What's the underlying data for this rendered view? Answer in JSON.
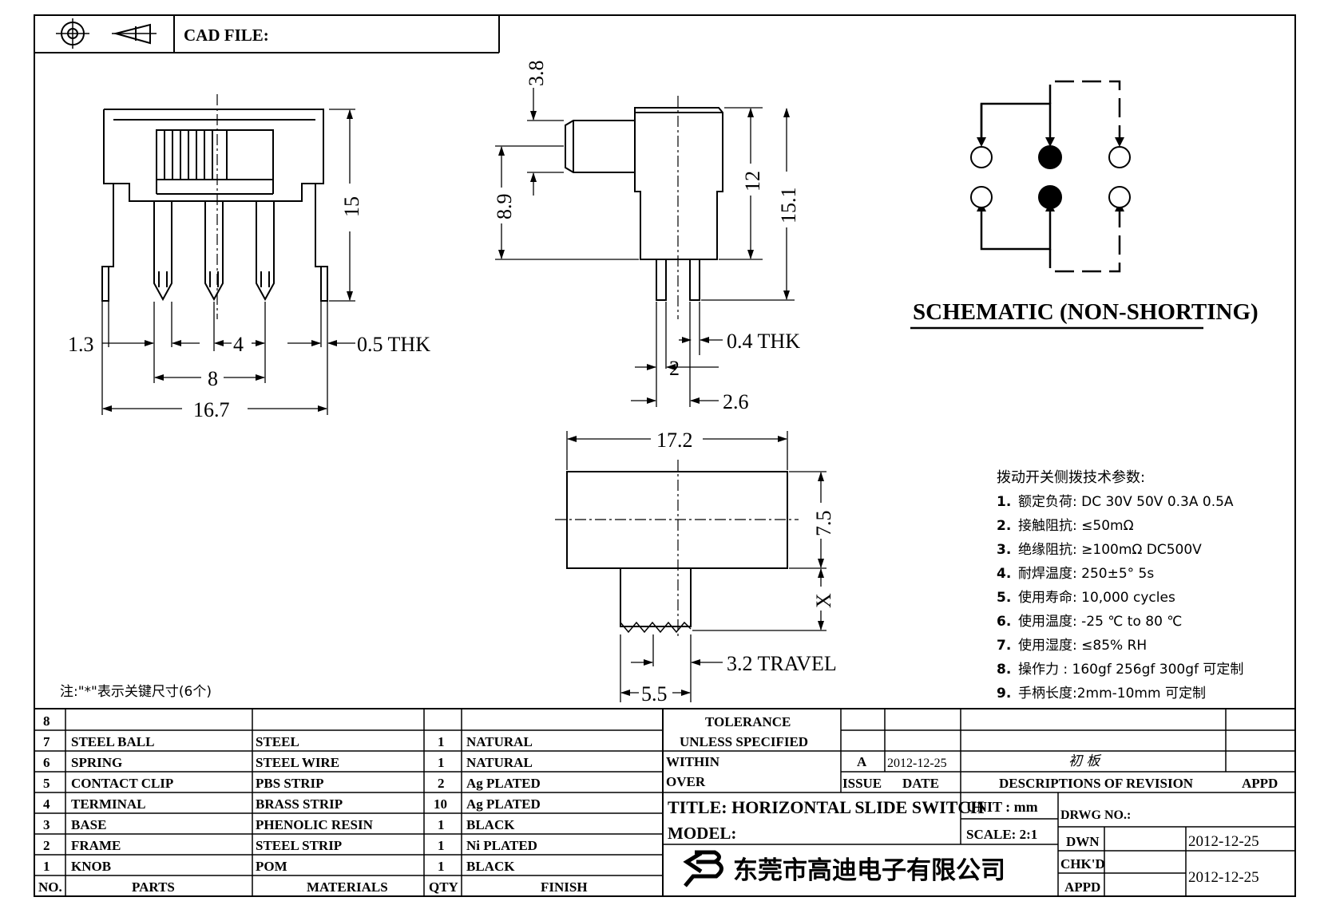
{
  "header": {
    "cad_file_label": "CAD FILE:"
  },
  "dimensions": {
    "front_1_3": "1.3",
    "front_4": "4",
    "front_0_5_thk": "0.5  THK",
    "front_8": "8",
    "front_16_7": "16.7",
    "front_15": "15",
    "side_3_8": "3.8",
    "side_8_9": "8.9",
    "side_12": "12",
    "side_15_1": "15.1",
    "side_0_4_thk": "0.4  THK",
    "side_2": "2",
    "side_2_6": "2.6",
    "top_17_2": "17.2",
    "top_7_5": "7.5",
    "top_x": "X",
    "top_3_2_travel": "3.2  TRAVEL",
    "top_5_5": "5.5"
  },
  "schematic": {
    "title": "SCHEMATIC  (NON-SHORTING)"
  },
  "specs": {
    "title": "拨动开关侧拨技术参数:",
    "items": [
      {
        "num": "1.",
        "text": "额定负荷: DC 30V    50V    0.3A    0.5A"
      },
      {
        "num": "2.",
        "text": "接触阻抗:  ≤50mΩ"
      },
      {
        "num": "3.",
        "text": "绝缘阻抗:  ≥100mΩ   DC500V"
      },
      {
        "num": "4.",
        "text": "耐焊温度: 250±5°   5s"
      },
      {
        "num": "5.",
        "text": "使用寿命: 10,000 cycles"
      },
      {
        "num": "6.",
        "text": "使用温度: -25  ℃   to 80  ℃"
      },
      {
        "num": "7.",
        "text": "使用湿度:  ≤85% RH"
      },
      {
        "num": "8.",
        "text": "操作力 : 160gf    256gf    300gf  可定制"
      },
      {
        "num": "9.",
        "text": "手柄长度:2mm-10mm   可定制"
      }
    ]
  },
  "note": "注:\"*\"表示关键尺寸(6个)",
  "bom": {
    "rows": [
      {
        "no": "8",
        "part": "",
        "material": "",
        "qty": "",
        "finish": ""
      },
      {
        "no": "7",
        "part": "STEEL  BALL",
        "material": "STEEL",
        "qty": "1",
        "finish": "NATURAL"
      },
      {
        "no": "6",
        "part": "SPRING",
        "material": "STEEL  WIRE",
        "qty": "1",
        "finish": "NATURAL"
      },
      {
        "no": "5",
        "part": "CONTACT  CLIP",
        "material": "PBS  STRIP",
        "qty": "2",
        "finish": "Ag  PLATED"
      },
      {
        "no": "4",
        "part": "TERMINAL",
        "material": "BRASS  STRIP",
        "qty": "10",
        "finish": "Ag  PLATED"
      },
      {
        "no": "3",
        "part": "BASE",
        "material": "PHENOLIC  RESIN",
        "qty": "1",
        "finish": "BLACK"
      },
      {
        "no": "2",
        "part": "FRAME",
        "material": "STEEL  STRIP",
        "qty": "1",
        "finish": "Ni  PLATED"
      },
      {
        "no": "1",
        "part": "KNOB",
        "material": "POM",
        "qty": "1",
        "finish": "BLACK"
      }
    ],
    "header": {
      "no": "NO.",
      "part": "PARTS",
      "material": "MATERIALS",
      "qty": "QTY",
      "finish": "FINISH"
    }
  },
  "title_block": {
    "tolerance": "TOLERANCE",
    "unless_specified": "UNLESS    SPECIFIED",
    "within": "WITHIN",
    "over": "OVER",
    "rev": "A",
    "rev_date": "2012-12-25",
    "rev_desc": "初 板",
    "issue": "ISSUE",
    "date": "DATE",
    "descriptions_of_revision": "DESCRIPTIONS  OF  REVISION",
    "appd": "APPD",
    "title": "TITLE:  HORIZONTAL  SLIDE  SWITCH",
    "unit": "UNIT : mm",
    "drwg_no": "DRWG  NO.:",
    "model": "MODEL:",
    "scale": "SCALE:  2:1",
    "dwn": "DWN",
    "dwn_date": "2012-12-25",
    "chkd": "CHK'D",
    "appd2": "APPD",
    "appd_date": "2012-12-25",
    "company": "东莞市高迪电子有限公司"
  }
}
